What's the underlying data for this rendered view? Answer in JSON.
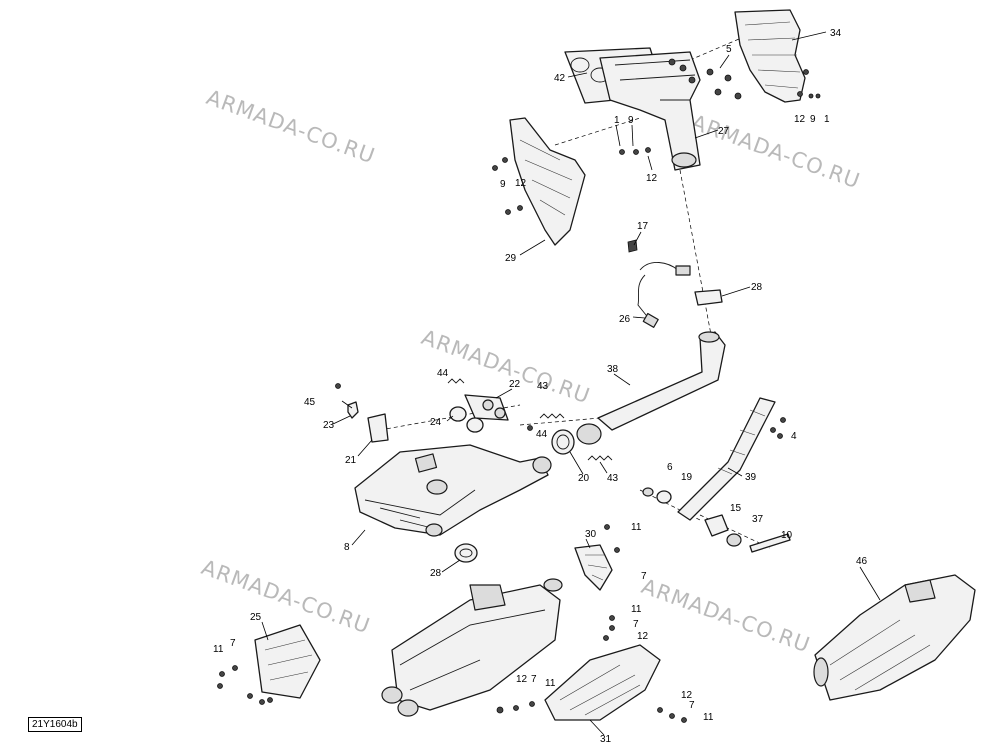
{
  "reference_code": "21Y1604b",
  "watermarks": [
    "ARMADA-CO.RU",
    "ARMADA-CO.RU",
    "ARMADA-CO.RU",
    "ARMADA-CO.RU",
    "ARMADA-CO.RU"
  ],
  "callouts": [
    "34",
    "42",
    "5",
    "1",
    "9",
    "12",
    "9",
    "1",
    "27",
    "12",
    "12",
    "9",
    "29",
    "17",
    "28",
    "26",
    "38",
    "44",
    "22",
    "43",
    "45",
    "23",
    "24",
    "44",
    "21",
    "20",
    "43",
    "6",
    "19",
    "4",
    "39",
    "15",
    "37",
    "10",
    "8",
    "28",
    "30",
    "11",
    "7",
    "46",
    "25",
    "7",
    "11",
    "11",
    "7",
    "12",
    "12",
    "7",
    "11",
    "12",
    "7",
    "11",
    "31"
  ]
}
